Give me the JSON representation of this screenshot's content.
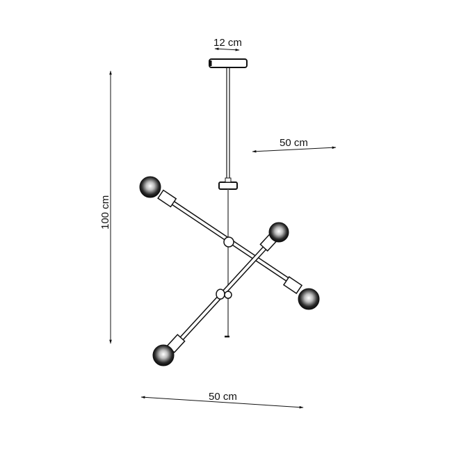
{
  "diagram": {
    "subject": "Pendant lamp with 4 bulbs on two crossing arms",
    "dimensions": {
      "canopy_width": {
        "label": "12 cm"
      },
      "depth": {
        "label": "50 cm"
      },
      "height": {
        "label": "100 cm"
      },
      "width": {
        "label": "50 cm"
      }
    },
    "colors": {
      "line": "#111111",
      "background": "#ffffff",
      "bulb": "#1a1a1a"
    }
  }
}
